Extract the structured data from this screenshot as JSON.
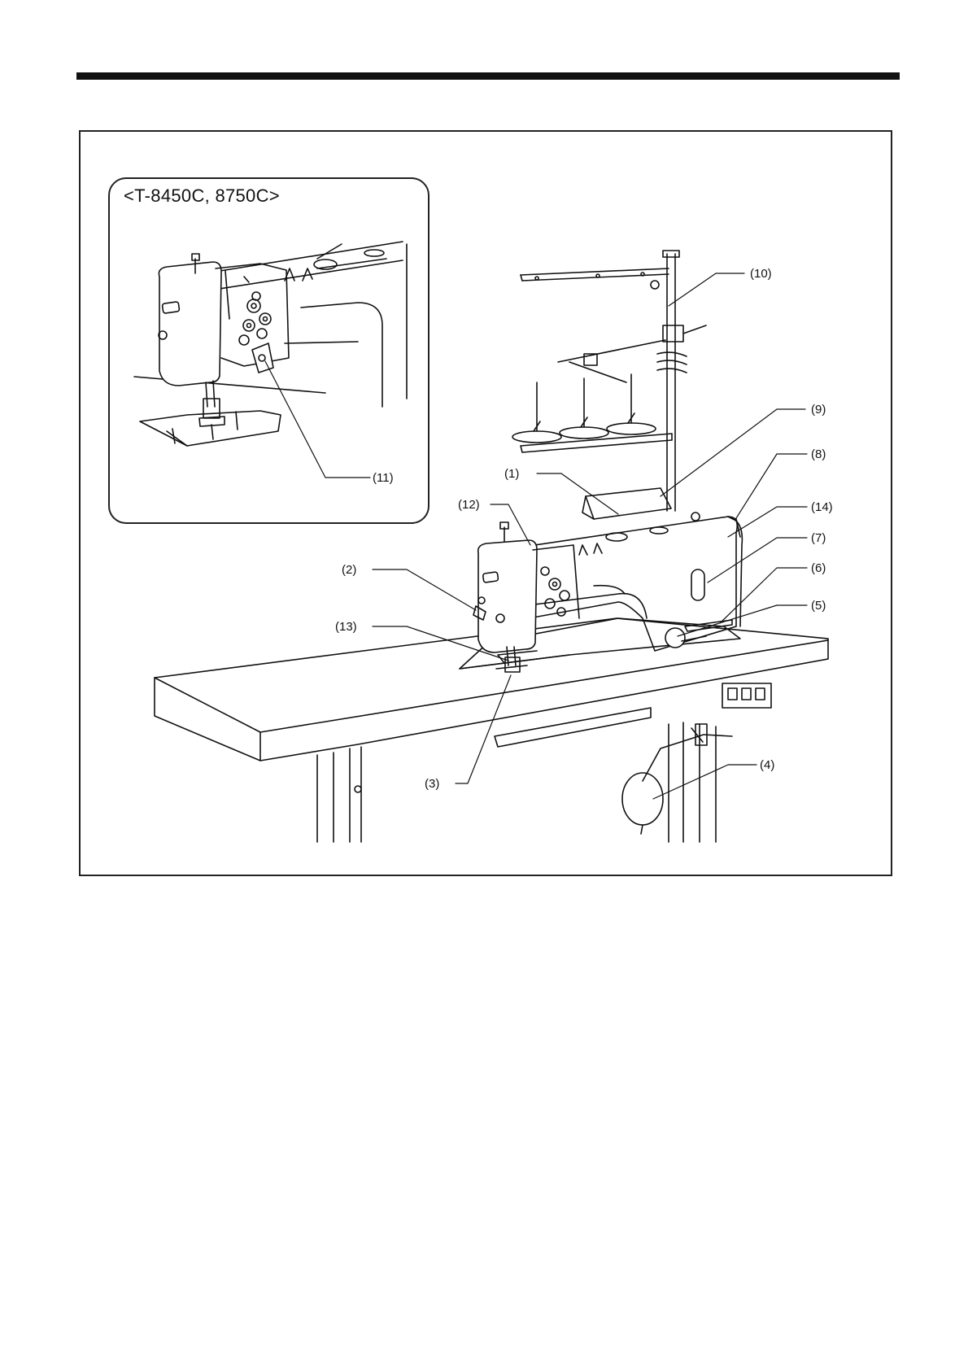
{
  "inset": {
    "title": "<T-8450C, 8750C>"
  },
  "callouts": [
    {
      "id": "c1",
      "label": "(1)"
    },
    {
      "id": "c2",
      "label": "(2)"
    },
    {
      "id": "c3",
      "label": "(3)"
    },
    {
      "id": "c4",
      "label": "(4)"
    },
    {
      "id": "c5",
      "label": "(5)"
    },
    {
      "id": "c6",
      "label": "(6)"
    },
    {
      "id": "c7",
      "label": "(7)"
    },
    {
      "id": "c8",
      "label": "(8)"
    },
    {
      "id": "c9",
      "label": "(9)"
    },
    {
      "id": "c10",
      "label": "(10)"
    },
    {
      "id": "c11",
      "label": "(11)"
    },
    {
      "id": "c12",
      "label": "(12)"
    },
    {
      "id": "c13",
      "label": "(13)"
    },
    {
      "id": "c14",
      "label": "(14)"
    }
  ]
}
